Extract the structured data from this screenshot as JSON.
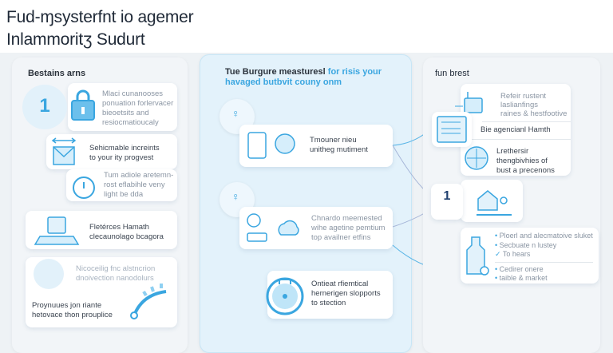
{
  "header": {
    "title_line1": "Fud-ɱsysterfnt io agemer",
    "title_line2": "Inlammoritʒ Sudurt"
  },
  "left": {
    "title": "Bestains arns",
    "step_number": "1",
    "card1": [
      "Mlaci cunanooses",
      "ponuation forlervacer",
      "bieoetsits and",
      "resiocmatioucaly"
    ],
    "card2": [
      "Sehicmable increints",
      "to your ity progvest"
    ],
    "card3": [
      "Tum adiole aretemn-",
      "rost eflabihle veny",
      "light be dda"
    ],
    "card4": [
      "Fletérces Hamath",
      "clecaunolago bcagora"
    ],
    "card5_faded": [
      "Nicoceilig fnc alstncrion",
      "dnoivection nanodolurs"
    ],
    "card5": [
      "Proynuues jon riante",
      "hetovace thon prouplice"
    ]
  },
  "middle": {
    "title_dark": "Tue Burgure measturesl",
    "title_blue1": "for risis your",
    "title_blue2": "havaged butbvit couny onm",
    "card1": [
      "Tmouner nieu",
      "unitheg mutiment"
    ],
    "card2": [
      "Chnardo meemested",
      "wihe agetine pemtium",
      "top availner etfins"
    ],
    "card3": [
      "Ontieat rfiemtical",
      "hernerigen slopports",
      "to stection"
    ]
  },
  "right": {
    "title": "fun brest",
    "card1_top": [
      "Refeir rustent",
      "laslianfings",
      "raines & hestfootive"
    ],
    "card1_mid": "Bie agencianl Hamth",
    "card1_bottom": [
      "Lrethersir",
      "thengbivhies of",
      "bust a precenons"
    ],
    "step_number": "1",
    "bullets": [
      "Ploerl and alecmatoive sluket",
      "Secbuate n lustey",
      "To hears",
      "Cedirer onere",
      "taible & market"
    ]
  },
  "colors": {
    "accent": "#3aa6e0",
    "panel_mid": "#e3f2fb"
  }
}
